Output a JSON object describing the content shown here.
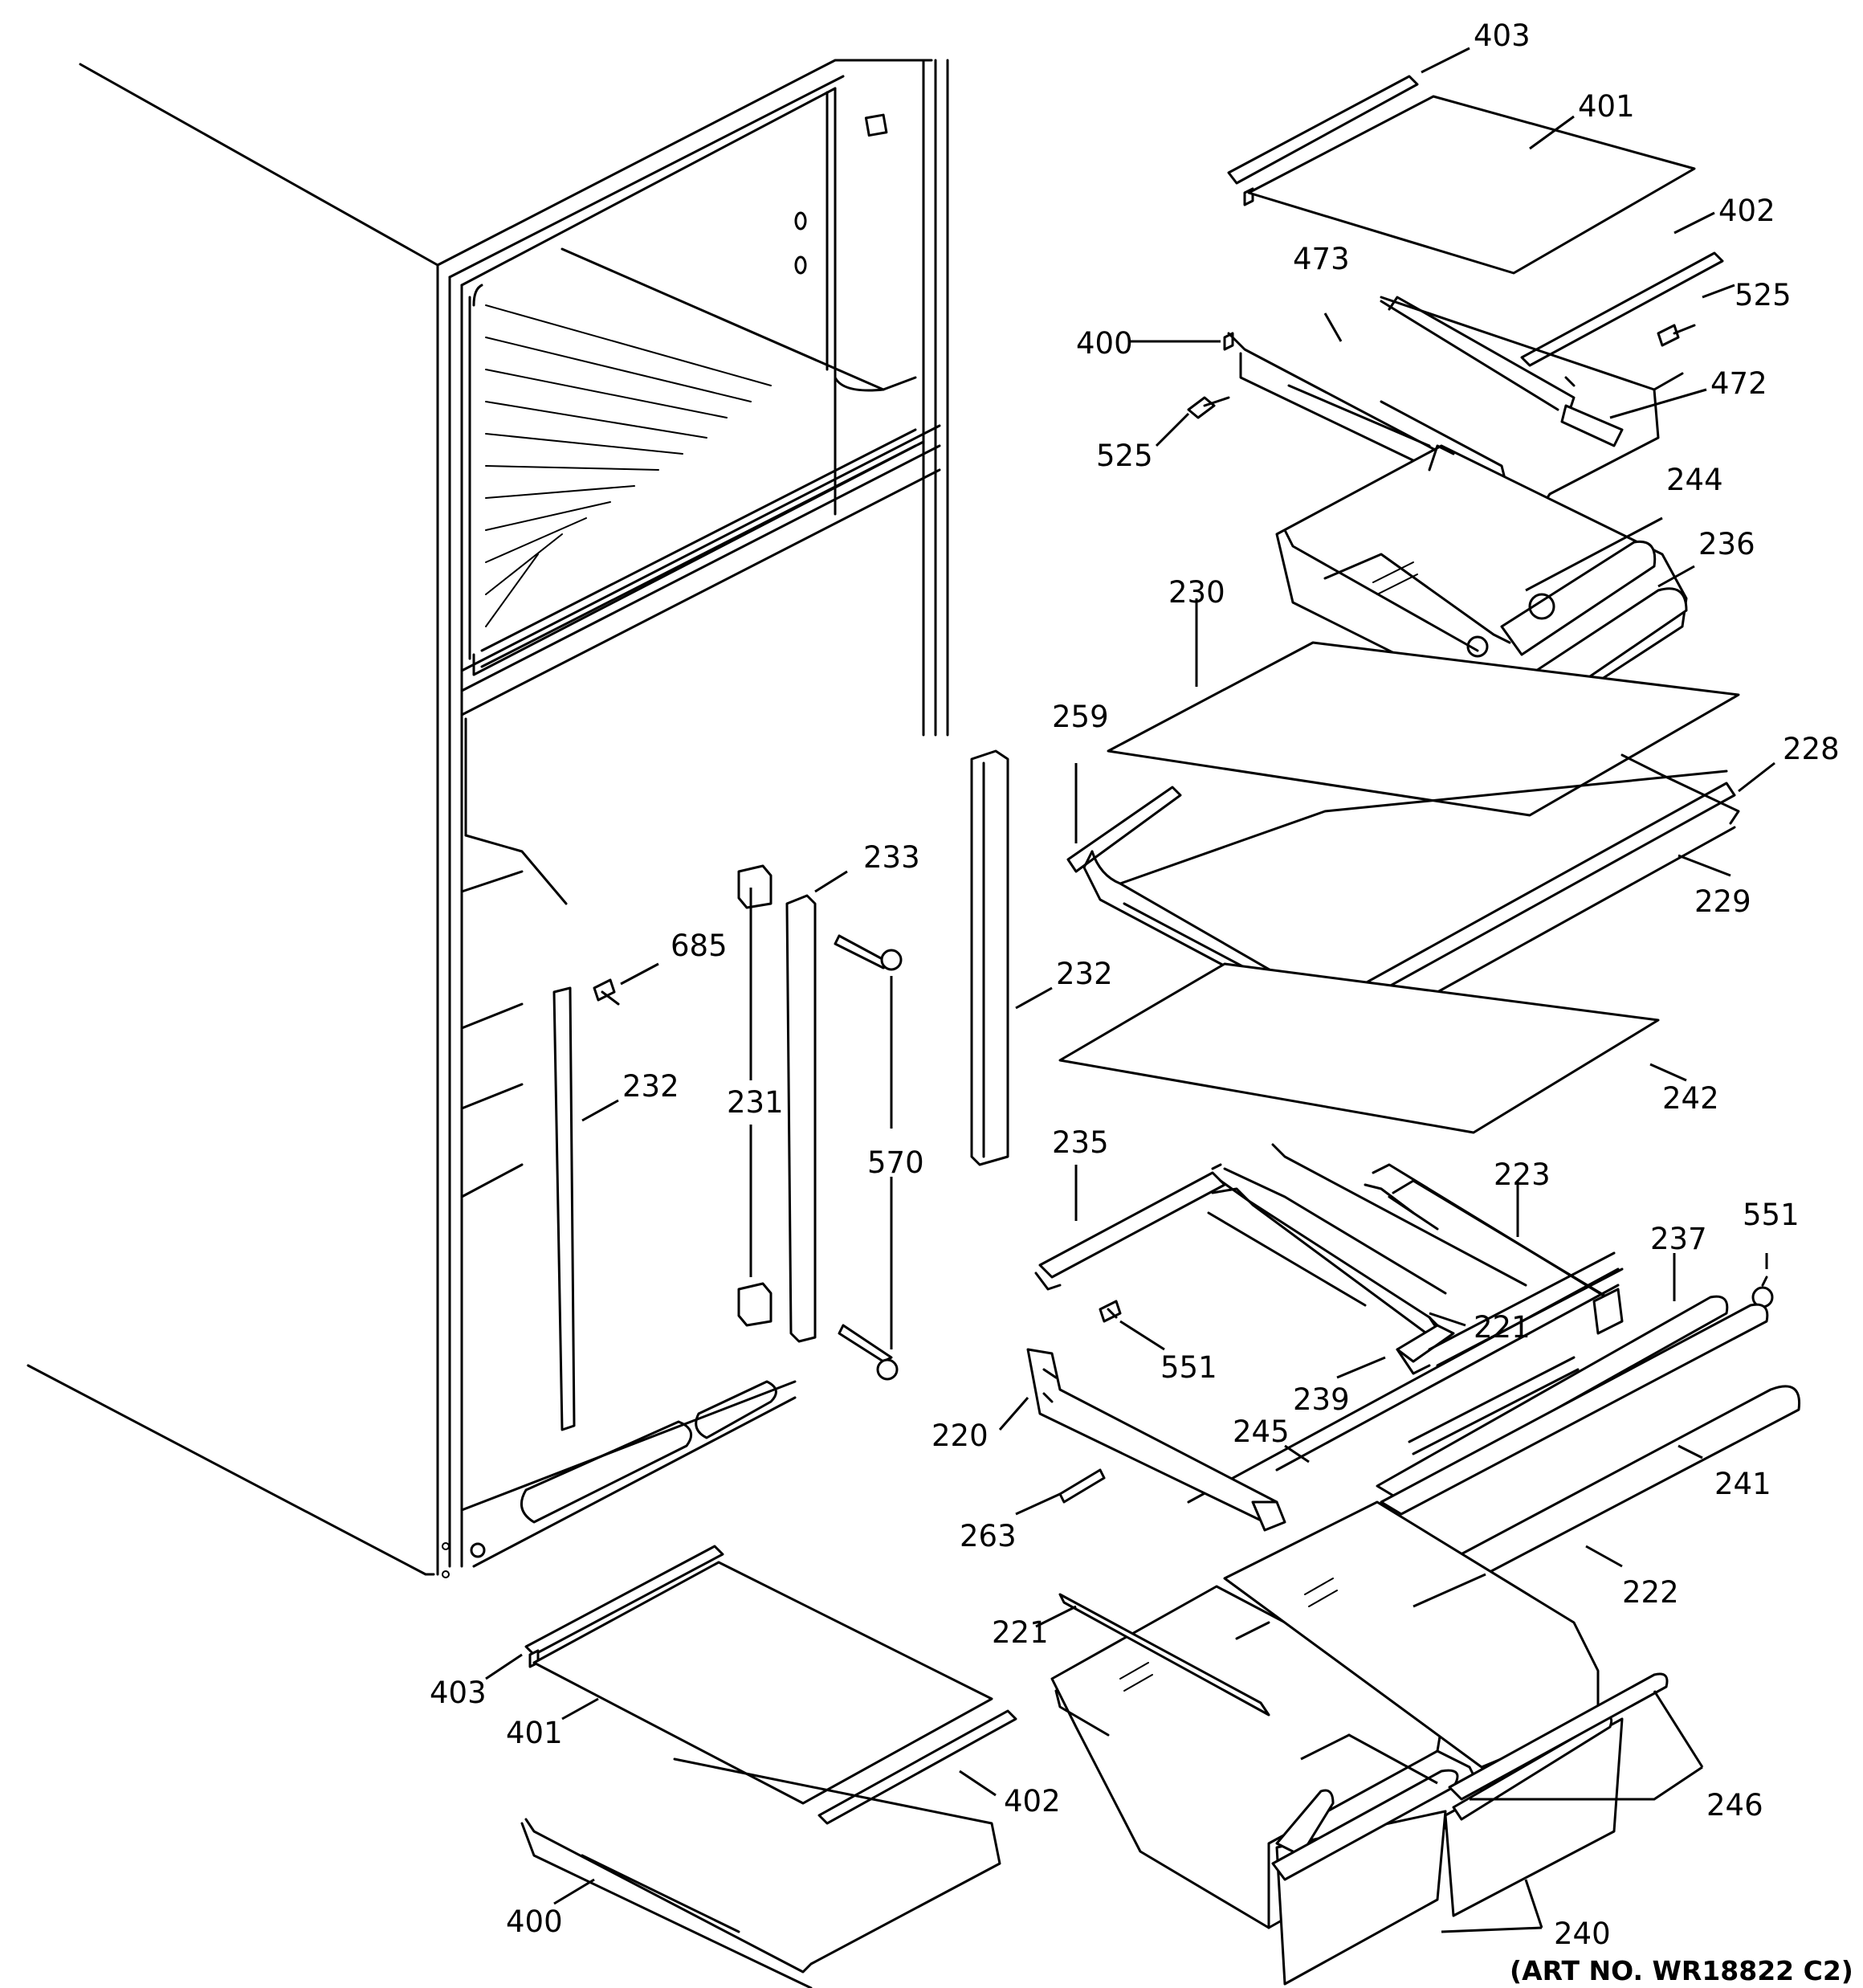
{
  "callouts": [
    "403",
    "401",
    "402",
    "525",
    "473",
    "400",
    "472",
    "525",
    "244",
    "236",
    "230",
    "259",
    "228",
    "229",
    "233",
    "685",
    "232",
    "232",
    "231",
    "570",
    "242",
    "235",
    "223",
    "551",
    "237",
    "221",
    "551",
    "239",
    "220",
    "245",
    "241",
    "263",
    "222",
    "221",
    "403",
    "401",
    "402",
    "246",
    "400",
    "240"
  ],
  "art_number": "(ART NO. WR18822 C2)"
}
